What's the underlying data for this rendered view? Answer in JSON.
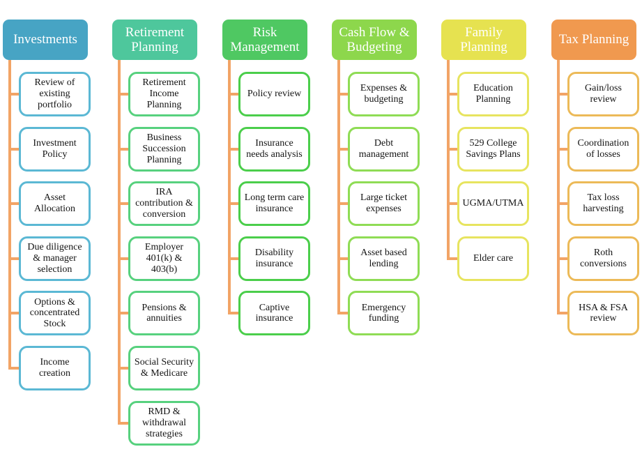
{
  "diagram": {
    "connector_color": "#F2A466",
    "header_text_color": "#FFFFFF",
    "item_text_color": "#141414",
    "columns": [
      {
        "id": "investments",
        "header": {
          "label": "Investments",
          "color": "#47A4C4"
        },
        "item_border_color": "#5BB8D4",
        "items": [
          {
            "label": "Review of\nexisting\nportfolio"
          },
          {
            "label": "Investment\nPolicy"
          },
          {
            "label": "Asset\nAllocation"
          },
          {
            "label": "Due diligence\n& manager\nselection"
          },
          {
            "label": "Options &\nconcentrated\nStock"
          },
          {
            "label": "Income\ncreation"
          }
        ]
      },
      {
        "id": "retirement-planning",
        "header": {
          "label": "Retirement\nPlanning",
          "color": "#4EC79C"
        },
        "item_border_color": "#57D17E",
        "items": [
          {
            "label": "Retirement\nIncome\nPlanning"
          },
          {
            "label": "Business\nSuccession\nPlanning"
          },
          {
            "label": "IRA\ncontribution &\nconversion"
          },
          {
            "label": "Employer\n401(k) &\n403(b)"
          },
          {
            "label": "Pensions &\nannuities"
          },
          {
            "label": "Social Security\n& Medicare"
          },
          {
            "label": "RMD &\nwithdrawal\nstrategies"
          }
        ]
      },
      {
        "id": "risk-management",
        "header": {
          "label": "Risk\nManagement",
          "color": "#4FC862"
        },
        "item_border_color": "#4BCE4B",
        "items": [
          {
            "label": "Policy review"
          },
          {
            "label": "Insurance\nneeds analysis"
          },
          {
            "label": "Long term care\ninsurance"
          },
          {
            "label": "Disability\ninsurance"
          },
          {
            "label": "Captive\ninsurance"
          }
        ]
      },
      {
        "id": "cash-flow-budgeting",
        "header": {
          "label": "Cash Flow &\nBudgeting",
          "color": "#8DD74C"
        },
        "item_border_color": "#8FDC55",
        "items": [
          {
            "label": "Expenses &\nbudgeting"
          },
          {
            "label": "Debt\nmanagement"
          },
          {
            "label": "Large ticket\nexpenses"
          },
          {
            "label": "Asset based\nlending"
          },
          {
            "label": "Emergency\nfunding"
          }
        ]
      },
      {
        "id": "family-planning",
        "header": {
          "label": "Family\nPlanning",
          "color": "#E6E250"
        },
        "item_border_color": "#E7E45F",
        "items": [
          {
            "label": "Education\nPlanning"
          },
          {
            "label": "529 College\nSavings Plans"
          },
          {
            "label": "UGMA/UTMA"
          },
          {
            "label": "Elder care"
          }
        ]
      },
      {
        "id": "tax-planning",
        "header": {
          "label": "Tax Planning",
          "color": "#F0994F"
        },
        "item_border_color": "#ECBA58",
        "items": [
          {
            "label": "Gain/loss\nreview"
          },
          {
            "label": "Coordination\nof losses"
          },
          {
            "label": "Tax loss\nharvesting"
          },
          {
            "label": "Roth\nconversions"
          },
          {
            "label": "HSA & FSA\nreview"
          }
        ]
      }
    ]
  }
}
